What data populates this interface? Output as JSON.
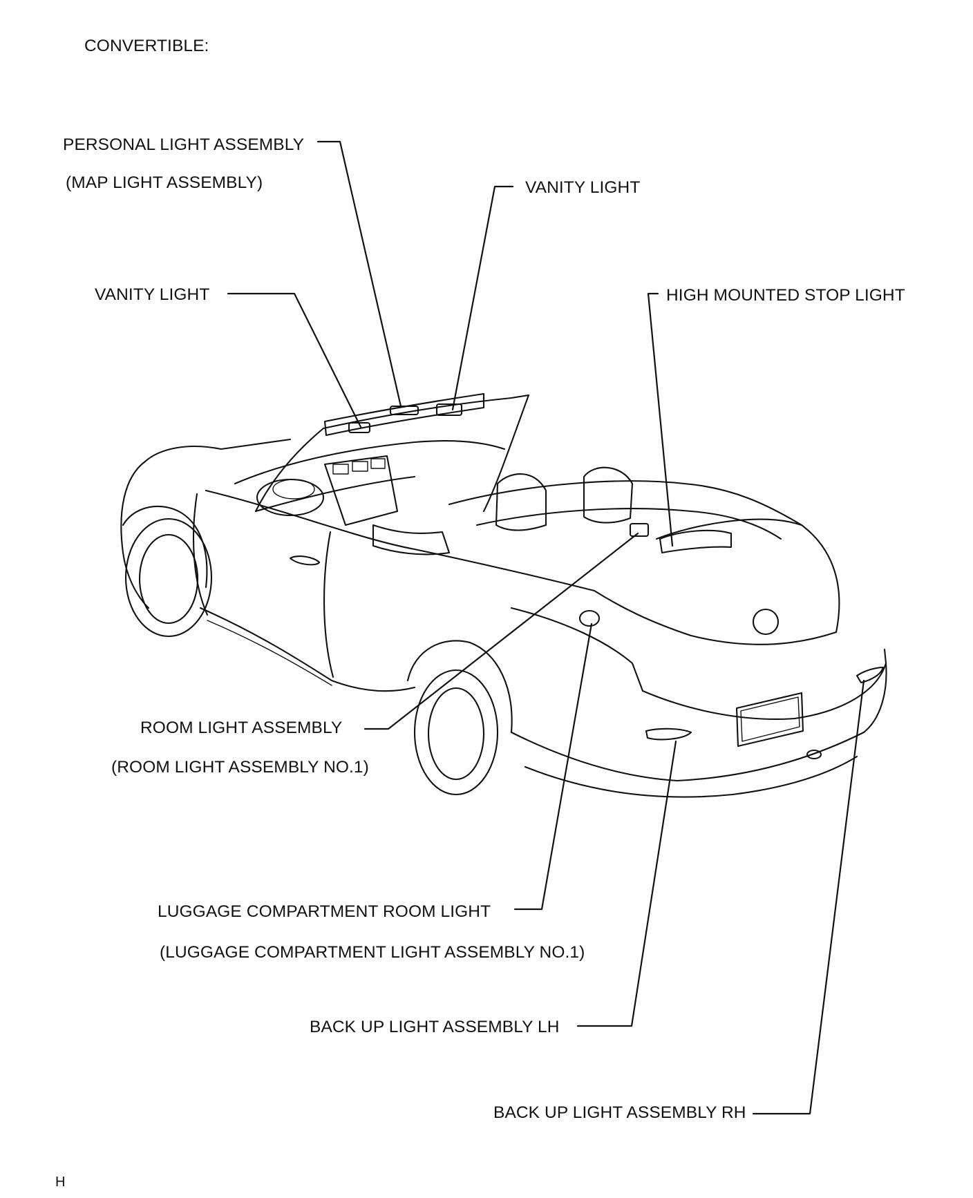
{
  "header": {
    "variant": "CONVERTIBLE:"
  },
  "labels": {
    "personal_light": "PERSONAL LIGHT ASSEMBLY",
    "personal_light_sub": "(MAP LIGHT ASSEMBLY)",
    "vanity_light_right": "VANITY LIGHT",
    "vanity_light_left": "VANITY LIGHT",
    "high_mounted_stop": "HIGH MOUNTED STOP LIGHT",
    "room_light": "ROOM LIGHT ASSEMBLY",
    "room_light_sub": "(ROOM LIGHT ASSEMBLY NO.1)",
    "luggage_light": "LUGGAGE COMPARTMENT ROOM LIGHT",
    "luggage_light_sub": "(LUGGAGE COMPARTMENT LIGHT ASSEMBLY NO.1)",
    "backup_lh": "BACK UP LIGHT ASSEMBLY LH",
    "backup_rh": "BACK UP LIGHT ASSEMBLY RH"
  },
  "footer": {
    "code": "H"
  }
}
